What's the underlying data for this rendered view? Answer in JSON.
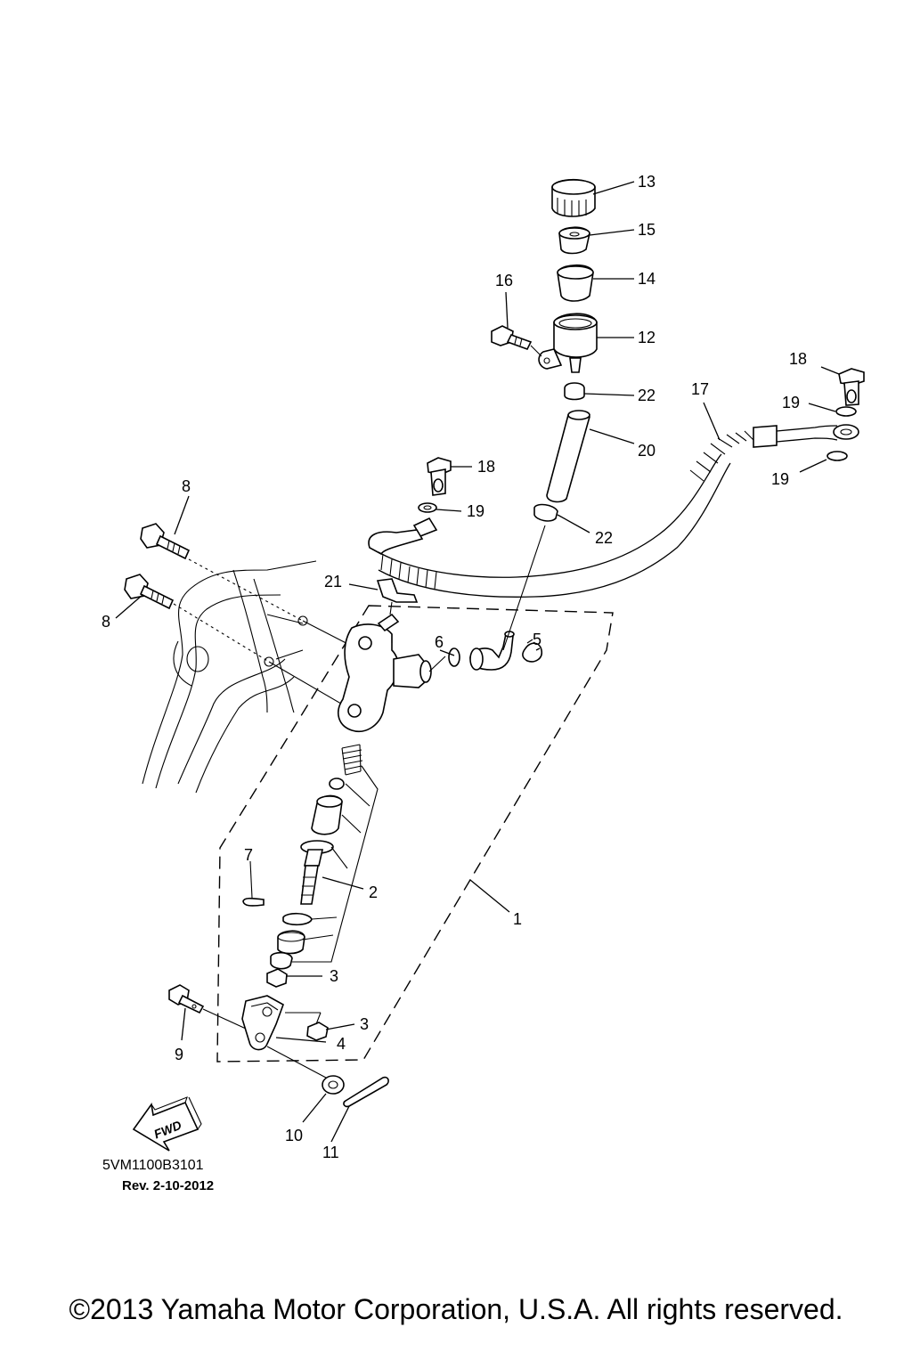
{
  "callouts": {
    "c1": "1",
    "c2": "2",
    "c3a": "3",
    "c3b": "3",
    "c4": "4",
    "c5": "5",
    "c6": "6",
    "c7": "7",
    "c8a": "8",
    "c8b": "8",
    "c9": "9",
    "c10": "10",
    "c11": "11",
    "c12": "12",
    "c13": "13",
    "c14": "14",
    "c15": "15",
    "c16": "16",
    "c17": "17",
    "c18a": "18",
    "c18b": "18",
    "c19a": "19",
    "c19b": "19",
    "c19c": "19",
    "c20": "20",
    "c21": "21",
    "c22a": "22",
    "c22b": "22"
  },
  "direction_arrow": {
    "text": "FWD",
    "icon": "fwd-arrow-icon"
  },
  "footer": {
    "drawing_code": "5VM1100B3101",
    "revision": "Rev.  2-10-2012",
    "copyright": "©2013 Yamaha Motor Corporation, U.S.A. All rights reserved."
  },
  "colors": {
    "ink": "#000000",
    "paper": "#ffffff"
  }
}
